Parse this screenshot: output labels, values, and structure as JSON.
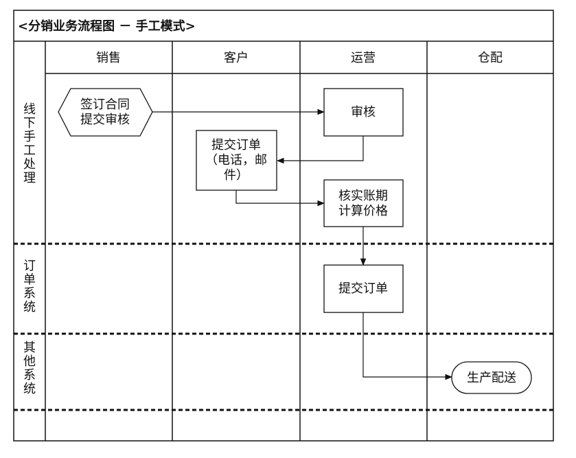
{
  "title": "<分销业务流程图 － 手工模式>",
  "columns": [
    "销售",
    "客户",
    "运营",
    "仓配"
  ],
  "lanes": [
    {
      "id": "offline",
      "label": "线下手工处理"
    },
    {
      "id": "order",
      "label": "订单系统"
    },
    {
      "id": "other",
      "label": "其他系统"
    }
  ],
  "nodes": {
    "sign": {
      "lines": [
        "签订合同",
        "提交审核"
      ]
    },
    "review": {
      "lines": [
        "审核"
      ]
    },
    "submit_order_offline": {
      "lines": [
        "提交订单",
        "（电话，邮",
        "件）"
      ]
    },
    "verify": {
      "lines": [
        "核实账期",
        "计算价格"
      ]
    },
    "submit_order_system": {
      "lines": [
        "提交订单"
      ]
    },
    "deliver": {
      "lines": [
        "生产配送"
      ]
    }
  },
  "colors": {
    "stroke": "#111111",
    "background": "#ffffff"
  }
}
